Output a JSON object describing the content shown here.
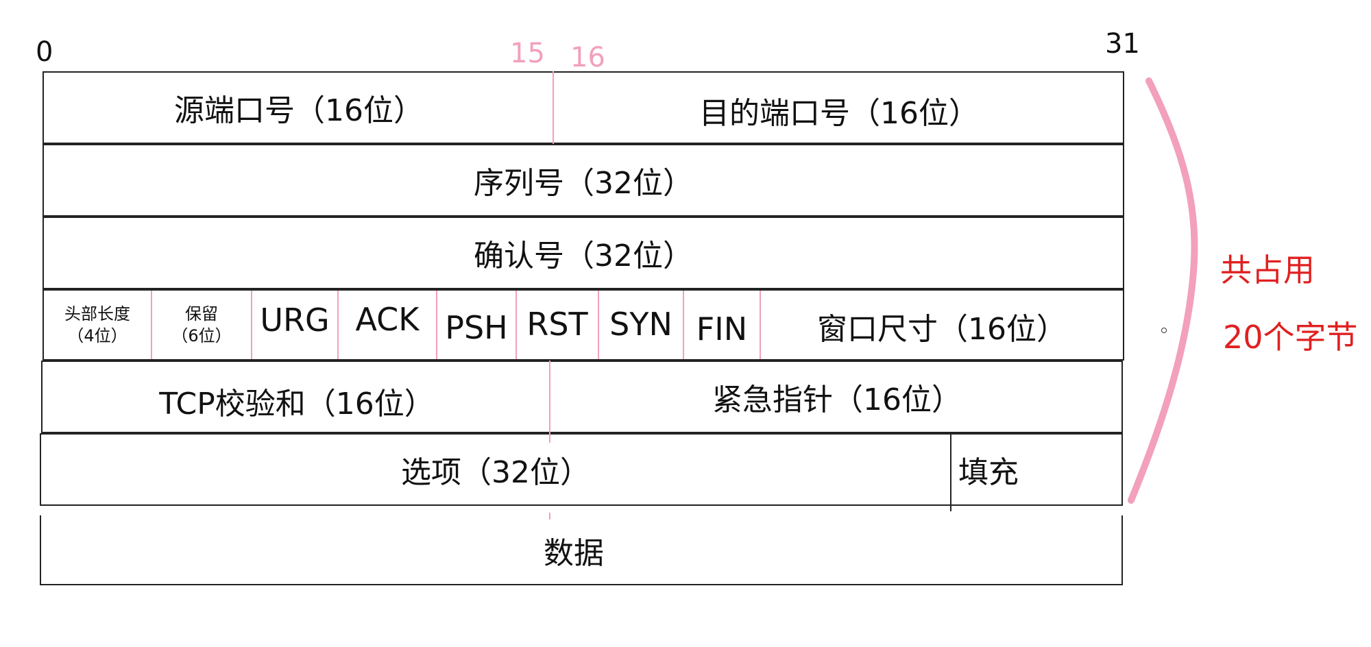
{
  "bit_labels": {
    "start": "0",
    "mid_a": "15",
    "mid_b": "16",
    "end": "31"
  },
  "rows": {
    "ports": {
      "source": "源端口号（16位）",
      "dest": "目的端口号（16位）"
    },
    "sequence": "序列号（32位）",
    "ack_number": "确认号（32位）",
    "control": {
      "header_length_line1": "头部长度",
      "header_length_line2": "（4位）",
      "reserved_line1": "保留",
      "reserved_line2": "（6位）",
      "flags": [
        "URG",
        "ACK",
        "PSH",
        "RST",
        "SYN",
        "FIN"
      ],
      "window": "窗口尺寸（16位）"
    },
    "checksum": {
      "checksum": "TCP校验和（16位）",
      "urgent": "紧急指针（16位）"
    },
    "options": {
      "options": "选项（32位）",
      "padding": "填充"
    },
    "data": "数据"
  },
  "note": {
    "line1": "共占用",
    "line2": "20个字节"
  },
  "colors": {
    "accent_pink": "#f2a0bb",
    "note_red": "#e02020",
    "border": "#222222"
  }
}
